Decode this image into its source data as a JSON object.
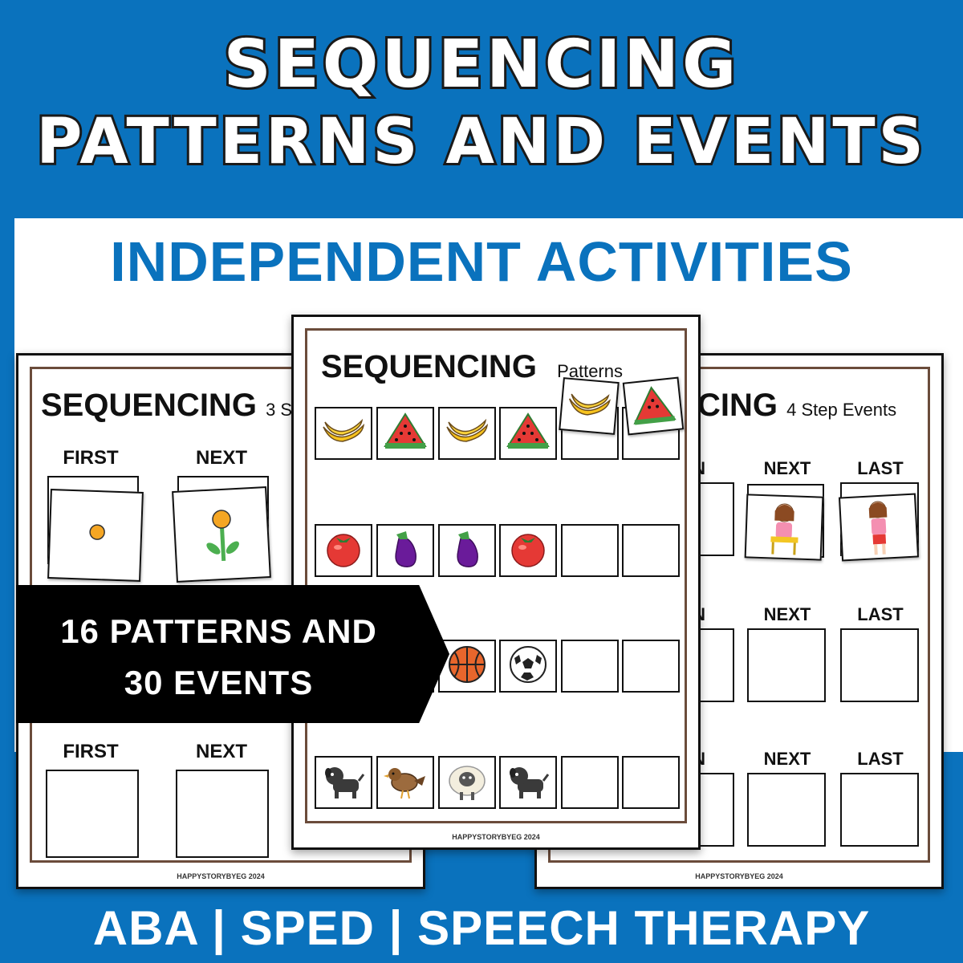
{
  "title": {
    "line1": "SEQUENCING",
    "line2": "PATTERNS AND EVENTS"
  },
  "subtitle": "INDEPENDENT ACTIVITIES",
  "banner": {
    "line1": "16 PATTERNS AND",
    "line2": "30 EVENTS"
  },
  "bottom": "ABA | SPED | SPEECH THERAPY",
  "sheet_left": {
    "heading": "SEQUENCING",
    "heading_suffix": "3 S",
    "labels": {
      "first": "FIRST",
      "next": "NEXT"
    },
    "footer": "HAPPYSTORYBYEG 2024"
  },
  "sheet_mid": {
    "heading": "SEQUENCING",
    "heading_suffix": "Patterns",
    "footer": "HAPPYSTORYBYEG 2024",
    "rows": [
      [
        "banana-icon",
        "watermelon-icon",
        "banana-icon",
        "watermelon-icon",
        "",
        ""
      ],
      [
        "tomato-icon",
        "eggplant-icon",
        "eggplant-icon",
        "tomato-icon",
        "",
        ""
      ],
      [
        "",
        "",
        "basketball-icon",
        "soccer-ball-icon",
        "",
        ""
      ],
      [
        "dog-icon",
        "bird-icon",
        "sheep-icon",
        "dog-icon",
        "",
        ""
      ]
    ]
  },
  "sheet_right": {
    "heading": "CING",
    "heading_suffix": "4 Step Events",
    "labels": {
      "then": "N",
      "next": "NEXT",
      "last": "LAST"
    },
    "footer": "HAPPYSTORYBYEG 2024"
  },
  "colors": {
    "background": "#0a72bd",
    "subtitle": "#0a72bd",
    "banner": "#000000"
  }
}
